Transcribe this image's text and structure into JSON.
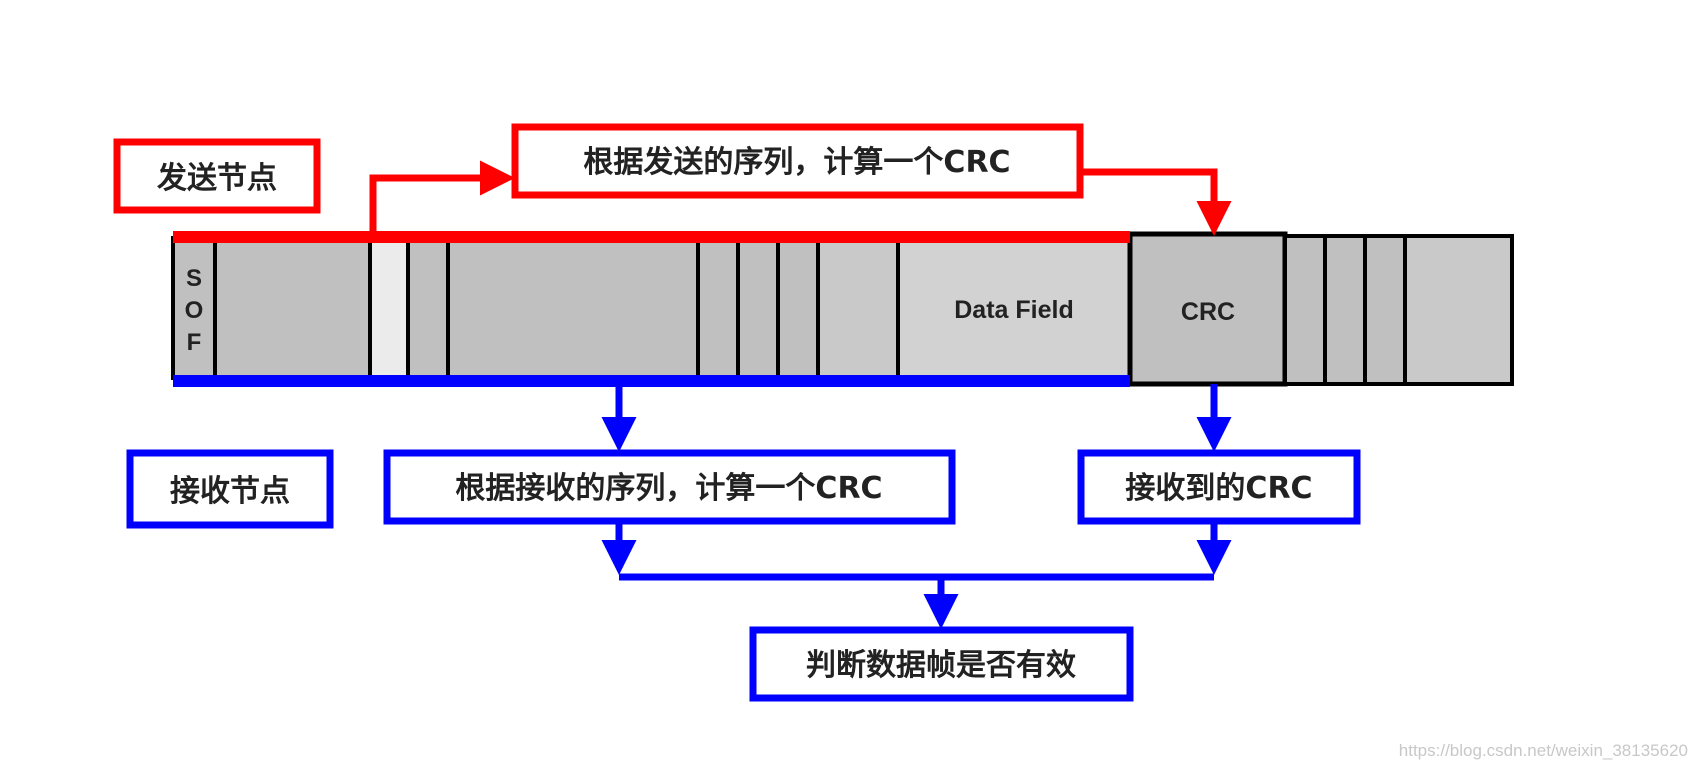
{
  "colors": {
    "sender": "#ff0000",
    "receiver": "#0000ff",
    "field_fill": "#c0c0c0",
    "field_fill_light": "#ebebeb",
    "outline": "#000000",
    "text": "#222222",
    "watermark": "#c8c8c8"
  },
  "sender": {
    "node_label": "发送节点",
    "calc_label": "根据发送的序列，计算一个CRC"
  },
  "receiver": {
    "node_label": "接收节点",
    "calc_label": "根据接收的序列，计算一个CRC",
    "received_crc_label": "接收到的CRC"
  },
  "result": {
    "label": "判断数据帧是否有效"
  },
  "frame": {
    "sof_letters": [
      "S",
      "O",
      "F"
    ],
    "data_field_label": "Data Field",
    "crc_label": "CRC"
  },
  "watermark": "https://blog.csdn.net/weixin_38135620"
}
